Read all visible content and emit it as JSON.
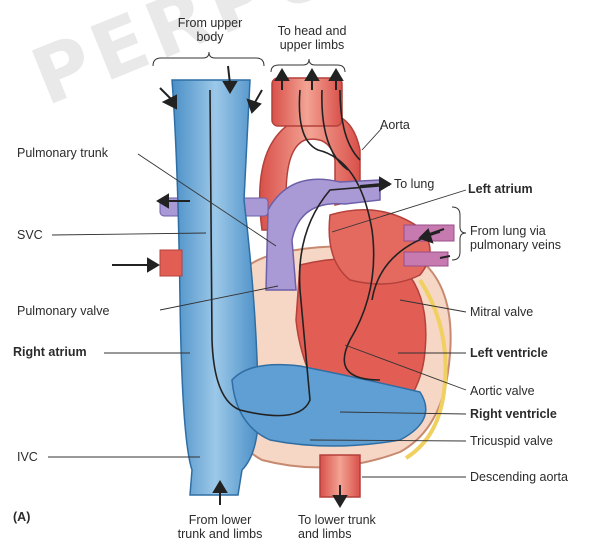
{
  "watermark": "PERPUSTAKAAN",
  "labels": {
    "from_upper_body": [
      "From upper",
      "body"
    ],
    "to_head": [
      "To head and",
      "upper limbs"
    ],
    "aorta": "Aorta",
    "pulmonary_trunk": "Pulmonary trunk",
    "to_lung": "To lung",
    "left_atrium": "Left atrium",
    "from_lung": [
      "From lung via",
      "pulmonary veins"
    ],
    "svc": "SVC",
    "pulmonary_valve": "Pulmonary valve",
    "mitral_valve": "Mitral valve",
    "right_atrium": "Right atrium",
    "left_ventricle": "Left ventricle",
    "aortic_valve": "Aortic valve",
    "right_ventricle": "Right ventricle",
    "tricuspid_valve": "Tricuspid valve",
    "ivc": "IVC",
    "descending_aorta": "Descending aorta",
    "panel": "(A)",
    "from_lower": [
      "From lower",
      "trunk and limbs"
    ],
    "to_lower": [
      "To lower trunk",
      "and limbs"
    ]
  }
}
